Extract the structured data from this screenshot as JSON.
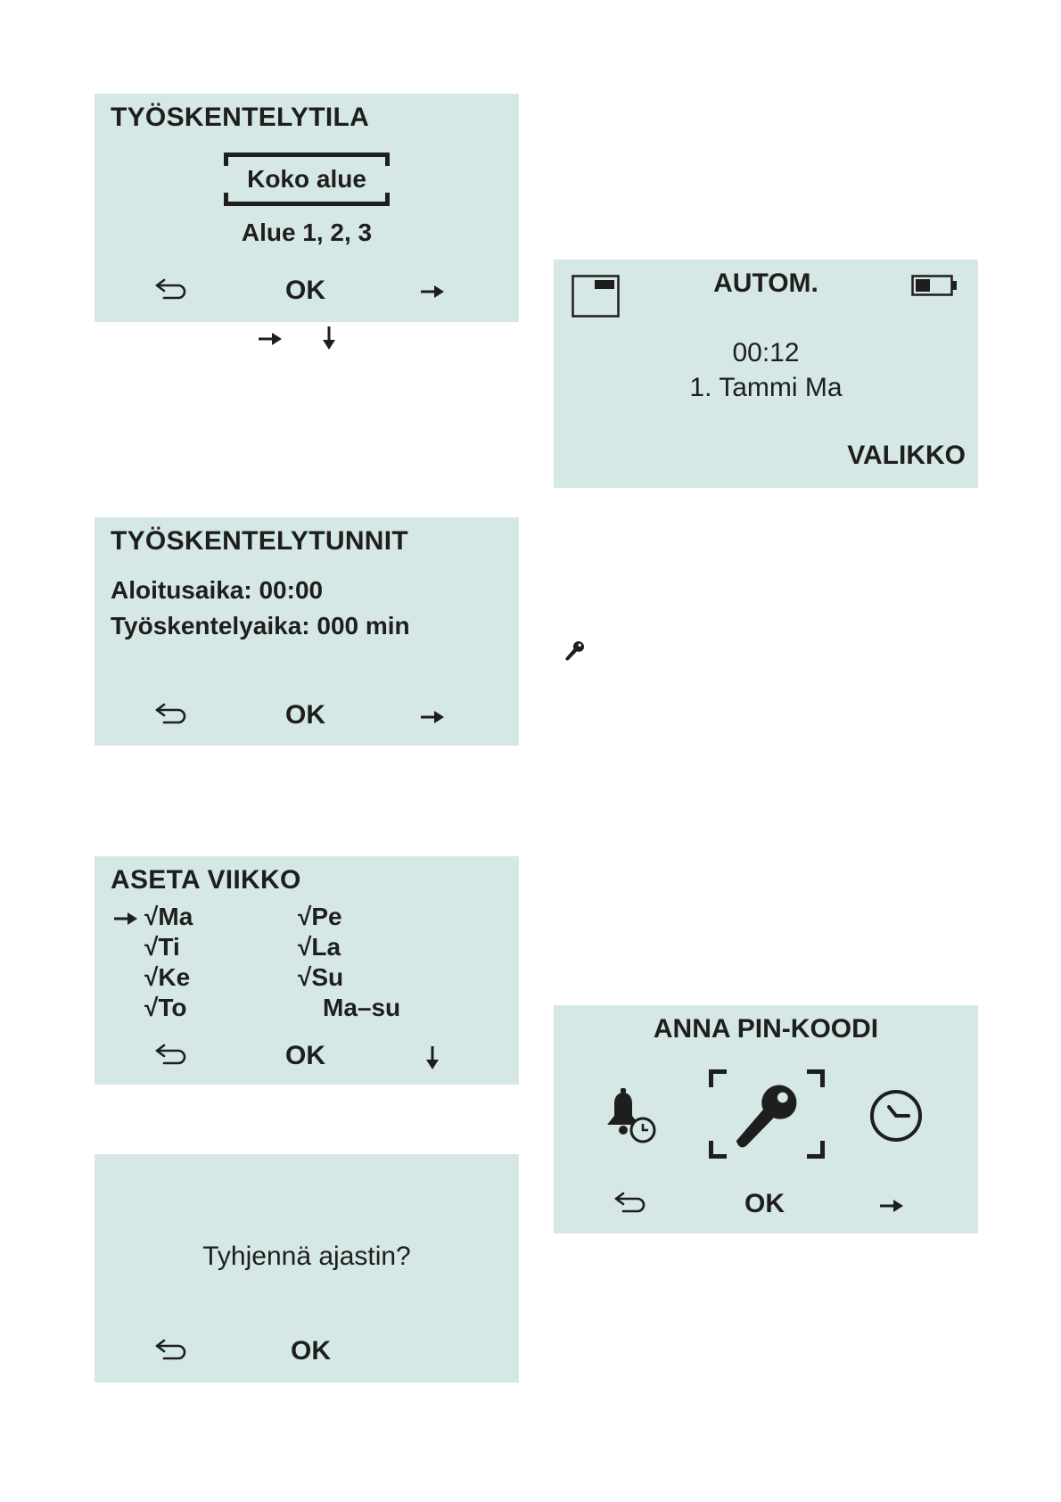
{
  "panels": {
    "work_mode": {
      "title": "TYÖSKENTELYTILA",
      "selected_option": "Koko alue",
      "other_option": "Alue 1, 2, 3",
      "ok_label": "OK"
    },
    "home": {
      "mode": "AUTOM.",
      "time": "00:12",
      "date": "1. Tammi Ma",
      "menu_label": "VALIKKO"
    },
    "work_hours": {
      "title": "TYÖSKENTELYTUNNIT",
      "start_time": "Aloitusaika: 00:00",
      "work_time": "Työskentelyaika: 000 min",
      "ok_label": "OK"
    },
    "set_week": {
      "title": "ASETA VIIKKO",
      "check_mark": "√",
      "days_left": [
        "Ma",
        "Ti",
        "Ke",
        "To"
      ],
      "days_right": [
        "Pe",
        "La",
        "Su"
      ],
      "all_days": "Ma–su",
      "ok_label": "OK"
    },
    "clear_timer": {
      "question": "Tyhjennä ajastin?",
      "ok_label": "OK"
    },
    "pin_code": {
      "title": "ANNA PIN-KOODI",
      "ok_label": "OK"
    }
  },
  "icons": {
    "back": "return-arrow-icon",
    "next": "right-arrow-icon",
    "down": "down-arrow-icon",
    "key": "key-icon",
    "bell_timer": "bell-clock-icon",
    "clock": "clock-icon",
    "battery": "battery-icon",
    "mower_status": "mower-status-icon"
  },
  "colors": {
    "panel_background": "#d6e8e5",
    "text": "#1e1e1e"
  }
}
